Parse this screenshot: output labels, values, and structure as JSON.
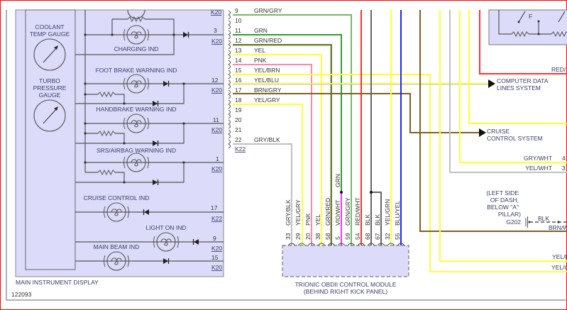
{
  "diagram_id": "122093",
  "instrument_display": {
    "title": "MAIN INSTRUMENT DISPLAY",
    "coolant_gauge": [
      "COOLANT",
      "TEMP GAUGE"
    ],
    "turbo_gauge": [
      "TURBO",
      "PRESSURE",
      "GAUGE"
    ],
    "indicators": [
      {
        "label": "CHARGING IND",
        "pin": "3",
        "connector": "K20"
      },
      {
        "label": "FOOT BRAKE WARNING IND",
        "pin": "12",
        "connector": "K20"
      },
      {
        "label": "HANDBRAKE WARNING IND",
        "pin": "11",
        "connector": "K20"
      },
      {
        "label": "SRS/AIRBAG WARNING IND",
        "pin": "1",
        "connector": "K20"
      },
      {
        "label": "CRUISE CONTROL IND",
        "pin": "17",
        "connector": "K22"
      },
      {
        "label": "LIGHT ON IND",
        "pin": "9",
        "connector": "K20"
      },
      {
        "label": "MAIN BEAM IND",
        "pin": "15",
        "connector": "K20"
      }
    ],
    "top_connector": "K20"
  },
  "k22_connector": {
    "name": "K22",
    "pins": [
      {
        "pin": "9",
        "wire": "GRN/GRY"
      },
      {
        "pin": "10",
        "wire": ""
      },
      {
        "pin": "11",
        "wire": "GRN"
      },
      {
        "pin": "12",
        "wire": "GRN/RED"
      },
      {
        "pin": "13",
        "wire": "YEL"
      },
      {
        "pin": "14",
        "wire": "PNK"
      },
      {
        "pin": "15",
        "wire": "YEL/BRN"
      },
      {
        "pin": "16",
        "wire": "YEL/BLU"
      },
      {
        "pin": "17",
        "wire": "BRN/GRY"
      },
      {
        "pin": "18",
        "wire": "YEL/GRY"
      },
      {
        "pin": "19",
        "wire": ""
      },
      {
        "pin": "20",
        "wire": ""
      },
      {
        "pin": "21",
        "wire": ""
      },
      {
        "pin": "22",
        "wire": "GRY/BLK"
      }
    ]
  },
  "control_module": {
    "title": "TRIONIC OBDII CONTROL MODULE",
    "location": "(BEHIND RIGHT KICK PANEL)",
    "splice_wire": "GRN",
    "pins": [
      {
        "pin": "33",
        "wire": "GRY/BLK"
      },
      {
        "pin": "29",
        "wire": "YEL/GRY"
      },
      {
        "pin": "20",
        "wire": "PNK"
      },
      {
        "pin": "38",
        "wire": "YEL"
      },
      {
        "pin": "58",
        "wire": "GRN/RED"
      },
      {
        "pin": "5",
        "wire": "VIO/WHT"
      },
      {
        "pin": "59",
        "wire": "GRN/GRY"
      },
      {
        "pin": "54",
        "wire": "RED/WHT"
      },
      {
        "pin": "68",
        "wire": "BLK"
      },
      {
        "pin": "67",
        "wire": "BLK"
      },
      {
        "pin": "32",
        "wire": "YEL/GRN"
      },
      {
        "pin": "55",
        "wire": "BLU/YEL"
      }
    ]
  },
  "destinations": {
    "computer_data": [
      "COMPUTER DATA",
      "LINES SYSTEM"
    ],
    "cruise_control": [
      "CRUISE",
      "CONTROL SYSTEM"
    ]
  },
  "right_labels": {
    "gry_wht": "GRY/WHT",
    "gry_wht_pin": "4",
    "yel_wht": "YEL/WHT",
    "yel_wht_pin": "3",
    "red": "RED/",
    "brn": "BRN/W",
    "yel_b": "YEL/E",
    "yel_g": "YEL/C",
    "switch_label": "F"
  },
  "ground": {
    "location": [
      "(LEFT SIDE",
      "OF DASH,",
      "BELOW \"A\"",
      "PILLAR)"
    ],
    "name": "G202",
    "wire": "BLK"
  },
  "colors": {
    "panel": "#dcdcfa",
    "green": "#2e9e2e",
    "light_green": "#6cbf5c",
    "red": "#ee3333",
    "yellow": "#ffff33",
    "pink": "#ff88aa",
    "magenta": "#ff33ff",
    "brown": "#806020",
    "gray": "#c0c0c0",
    "black": "#666666",
    "blue": "#2222ff",
    "border": "#ff0000"
  }
}
